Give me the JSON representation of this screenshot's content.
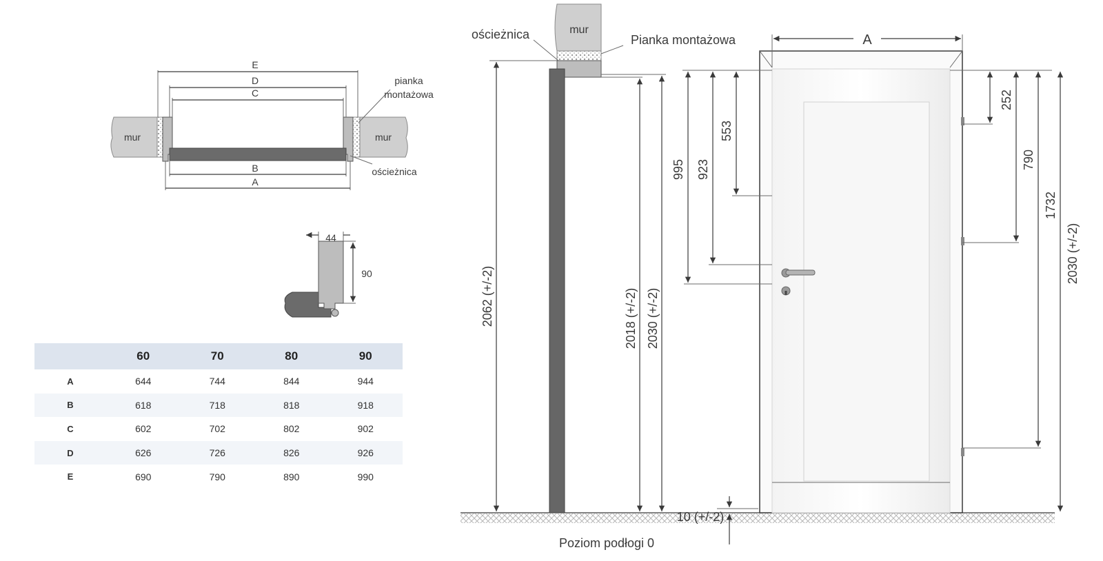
{
  "plan_view": {
    "label_mur_left": "mur",
    "label_mur_right": "mur",
    "label_pianka_line1": "pianka",
    "label_pianka_line2": "montażowa",
    "label_oscieznica": "ościeżnica",
    "dim_A": "A",
    "dim_B": "B",
    "dim_C": "C",
    "dim_D": "D",
    "dim_E": "E"
  },
  "frame_detail": {
    "width_label": "44",
    "height_label": "90"
  },
  "table": {
    "corner": "",
    "headers": [
      "60",
      "70",
      "80",
      "90"
    ],
    "rows": [
      {
        "label": "A",
        "values": [
          "644",
          "744",
          "844",
          "944"
        ]
      },
      {
        "label": "B",
        "values": [
          "618",
          "718",
          "818",
          "918"
        ]
      },
      {
        "label": "C",
        "values": [
          "602",
          "702",
          "802",
          "902"
        ]
      },
      {
        "label": "D",
        "values": [
          "626",
          "726",
          "826",
          "926"
        ]
      },
      {
        "label": "E",
        "values": [
          "690",
          "790",
          "890",
          "990"
        ]
      }
    ]
  },
  "section_view": {
    "label_mur": "mur",
    "label_oscieznica": "ościeżnica",
    "label_pianka": "Pianka montażowa",
    "dim_2062": "2062 (+/-2)",
    "dim_2018": "2018 (+/-2)",
    "dim_2030": "2030 (+/-2)",
    "floor_label": "Poziom podłogi 0"
  },
  "elevation_view": {
    "dim_A": "A",
    "dim_995": "995",
    "dim_923": "923",
    "dim_553": "553",
    "dim_252": "252",
    "dim_790": "790",
    "dim_1732": "1732",
    "dim_2030": "2030 (+/-2)",
    "dim_10": "10 (+/-2)"
  }
}
